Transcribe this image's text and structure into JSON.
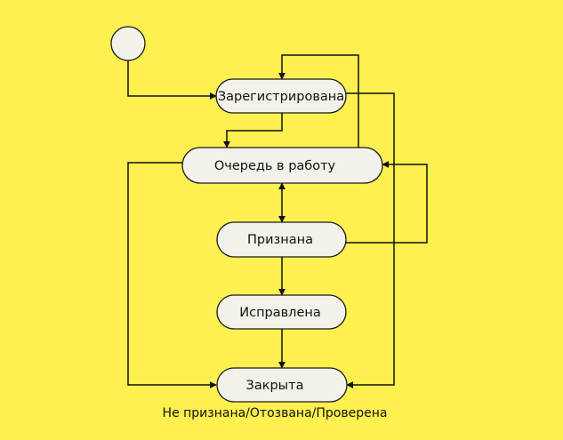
{
  "states": {
    "registered": "Зарегистрирована",
    "queue": "Очередь в работу",
    "acknowledged": "Признана",
    "fixed": "Исправлена",
    "closed": "Закрыта"
  },
  "caption": "Не признана/Отозвана/Проверена",
  "colors": {
    "background": "#fef04f",
    "state_fill": "#f4f1ea",
    "line": "#111111"
  }
}
